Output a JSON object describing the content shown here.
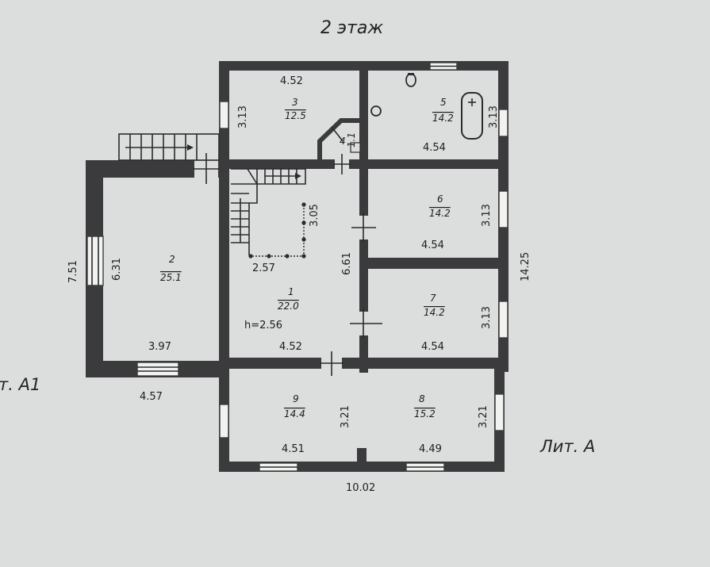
{
  "title": "2 этаж",
  "lit_a": "Лит. А",
  "lit_a1": "т. А1",
  "overall": {
    "width": "10.02",
    "height": "14.25"
  },
  "rooms": [
    {
      "num": "1",
      "area": "22.0",
      "dims": [
        "4.52",
        "6.61"
      ],
      "height": "h=2.56",
      "stair": [
        "2.57",
        "3.05"
      ]
    },
    {
      "num": "2",
      "area": "25.1",
      "dims": [
        "3.97",
        "6.31",
        "7.51",
        "4.57"
      ]
    },
    {
      "num": "3",
      "area": "12.5",
      "dims": [
        "4.52",
        "3.13"
      ]
    },
    {
      "num": "4",
      "area": "1.1"
    },
    {
      "num": "5",
      "area": "14.2",
      "dims": [
        "4.54",
        "3.13"
      ]
    },
    {
      "num": "6",
      "area": "14.2",
      "dims": [
        "4.54",
        "3.13"
      ]
    },
    {
      "num": "7",
      "area": "14.2",
      "dims": [
        "4.54",
        "3.13"
      ]
    },
    {
      "num": "8",
      "area": "15.2",
      "dims": [
        "4.49",
        "3.21"
      ]
    },
    {
      "num": "9",
      "area": "14.4",
      "dims": [
        "4.51",
        "3.21"
      ]
    }
  ]
}
